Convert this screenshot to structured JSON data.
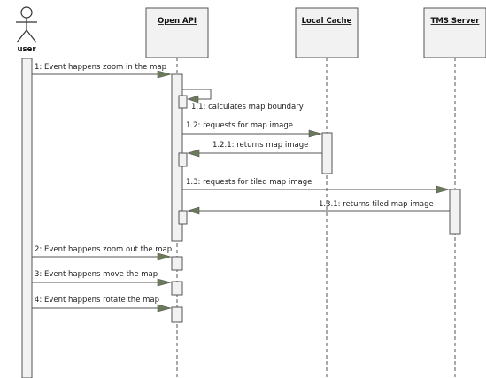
{
  "colors": {
    "box_fill": "#f2f2f2",
    "box_stroke": "#555555",
    "line": "#555555",
    "arrow_fill": "#6b7a5a",
    "text": "#222222"
  },
  "actor": {
    "name": "user",
    "icon": "stick-figure-icon"
  },
  "participants": [
    "Open API",
    "Local Cache",
    "TMS Server"
  ],
  "messages": [
    {
      "number": "1",
      "text": "Event happens zoom in the map",
      "from": "user",
      "to": "Open API"
    },
    {
      "number": "1.1",
      "text": "calculates map boundary",
      "from": "Open API",
      "to": "Open API"
    },
    {
      "number": "1.2",
      "text": "requests for map image",
      "from": "Open API",
      "to": "Local Cache"
    },
    {
      "number": "1.2.1",
      "text": "returns map image",
      "from": "Local Cache",
      "to": "Open API"
    },
    {
      "number": "1.3",
      "text": "requests for tiled map image",
      "from": "Open API",
      "to": "TMS Server"
    },
    {
      "number": "1.3.1",
      "text": "returns tiled map image",
      "from": "TMS Server",
      "to": "Open API"
    },
    {
      "number": "2",
      "text": "Event happens zoom out the map",
      "from": "user",
      "to": "Open API"
    },
    {
      "number": "3",
      "text": "Event happens move the map",
      "from": "user",
      "to": "Open API"
    },
    {
      "number": "4",
      "text": "Event happens rotate the map",
      "from": "user",
      "to": "Open API"
    }
  ]
}
